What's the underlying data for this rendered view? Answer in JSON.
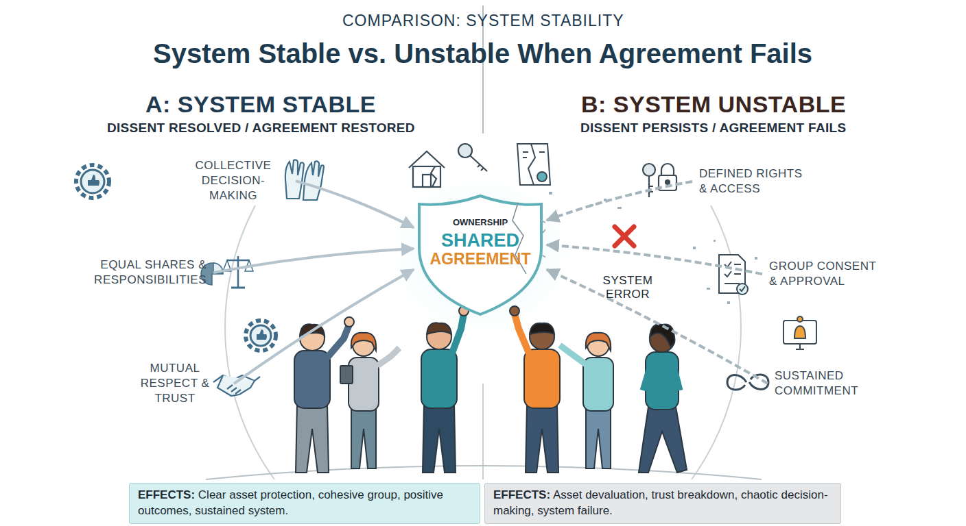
{
  "diagram": {
    "title": "System Stable vs. Unstable When Agreement Fails",
    "nodes": [
      {
        "text": [
          "COLLECTIVE DECISION-MAKING"
        ]
      },
      {
        "text": [
          "EQUAL SHARES & RESPONSIBILITIES"
        ]
      },
      {
        "text": [
          "MUTUAL RESPECT & TRUST"
        ]
      },
      {
        "text": [
          "OWNERSHIP",
          "SHARED",
          "AGREEMENT"
        ]
      },
      {
        "text": [
          "DEFINED RIGHTS & ACCESS"
        ]
      },
      {
        "text": [
          "GROUP CONSENT & APPROVAL"
        ]
      },
      {
        "text": [
          "SUSTAINED COMMITMENT"
        ]
      },
      {
        "text": [
          "EFFECTS:",
          "Clear asset protection, cohesive group, positive outcomes, sustained system."
        ]
      },
      {
        "text": [
          "EFFECTS:",
          "Asset devaluation, trust breakdown, chaotic decision-making, system failure."
        ]
      }
    ],
    "edges": [
      {
        "from": 0,
        "to": 3,
        "arrow": "to"
      },
      {
        "from": 1,
        "to": 3,
        "arrow": "to"
      },
      {
        "from": 2,
        "to": 3,
        "arrow": "to"
      },
      {
        "from": 4,
        "to": 3,
        "arrow": "to"
      },
      {
        "from": 5,
        "to": 3,
        "arrow": "to"
      },
      {
        "from": 6,
        "to": 3,
        "arrow": "to"
      }
    ],
    "labels": [
      "COMPARISON: SYSTEM STABILITY",
      "A: SYSTEM STABLE",
      "DISSENT RESOLVED / AGREEMENT RESTORED",
      "B: SYSTEM UNSTABLE",
      "DISSENT PERSISTS / AGREEMENT FAILS",
      "SYSTEM ERROR"
    ]
  }
}
